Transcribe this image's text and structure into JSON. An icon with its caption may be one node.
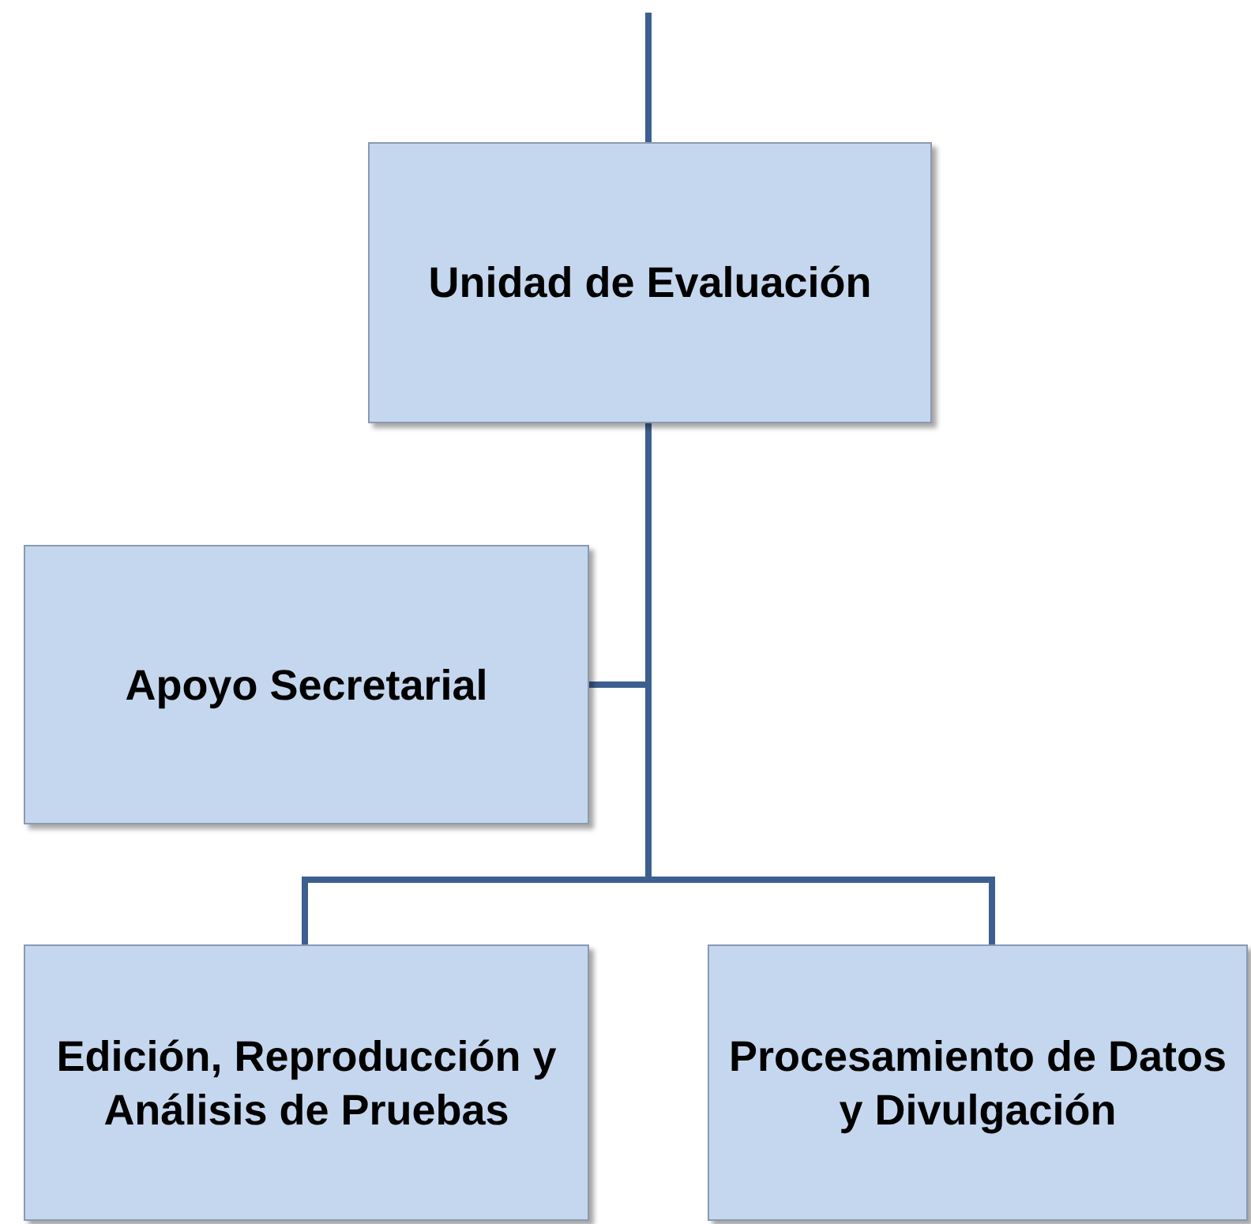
{
  "diagram": {
    "nodes": [
      {
        "text": [
          "Unidad de Evaluación"
        ]
      },
      {
        "text": [
          "Apoyo Secretarial"
        ]
      },
      {
        "text": [
          "Edición, Reproducción y Análisis de Pruebas"
        ]
      },
      {
        "text": [
          "Procesamiento de Datos y Divulgación"
        ]
      }
    ],
    "edges": [
      {
        "from": 0,
        "to": 1,
        "arrow": "none"
      },
      {
        "from": 0,
        "to": 2,
        "arrow": "none"
      },
      {
        "from": 0,
        "to": 3,
        "arrow": "none"
      },
      {
        "from": null,
        "to": 0,
        "arrow": "none"
      }
    ]
  }
}
